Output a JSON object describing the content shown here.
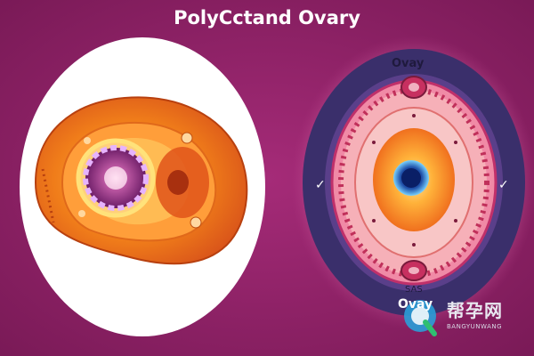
{
  "title": "PolyCctand Ovary",
  "labels": {
    "ovary_top": "Ovay",
    "small_text": "SAS",
    "ovary_bottom": "Ovay"
  },
  "watermark": {
    "text": "帮孕网",
    "subtext": "BANGYUNWANG"
  },
  "colors": {
    "background": "#8a1f63",
    "left_disc": "#ffffff",
    "right_halo": "#f0a0c0",
    "right_ring": "#3a2f6b",
    "tissue_orange": "#f07d1a",
    "follicle_purple": "#7a2a75",
    "center_blue": "#1f4fa8"
  }
}
